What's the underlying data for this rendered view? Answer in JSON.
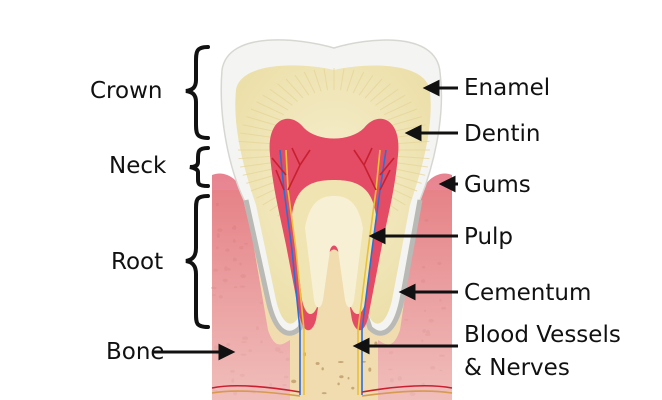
{
  "labels": {
    "left": {
      "crown": "Crown",
      "neck": "Neck",
      "root": "Root",
      "bone": "Bone"
    },
    "right": {
      "enamel": "Enamel",
      "dentin": "Dentin",
      "gums": "Gums",
      "pulp": "Pulp",
      "cementum": "Cementum",
      "vessels_line1": "Blood Vessels",
      "vessels_line2": "& Nerves"
    }
  },
  "colors": {
    "enamel": "#f2f2f0",
    "dentin": "#f1e7bd",
    "pulp": "#e6506a",
    "gums": "#e59aa2",
    "bone": "#f0dcae",
    "bone_pores": "#c9a878",
    "line": "#111111"
  }
}
